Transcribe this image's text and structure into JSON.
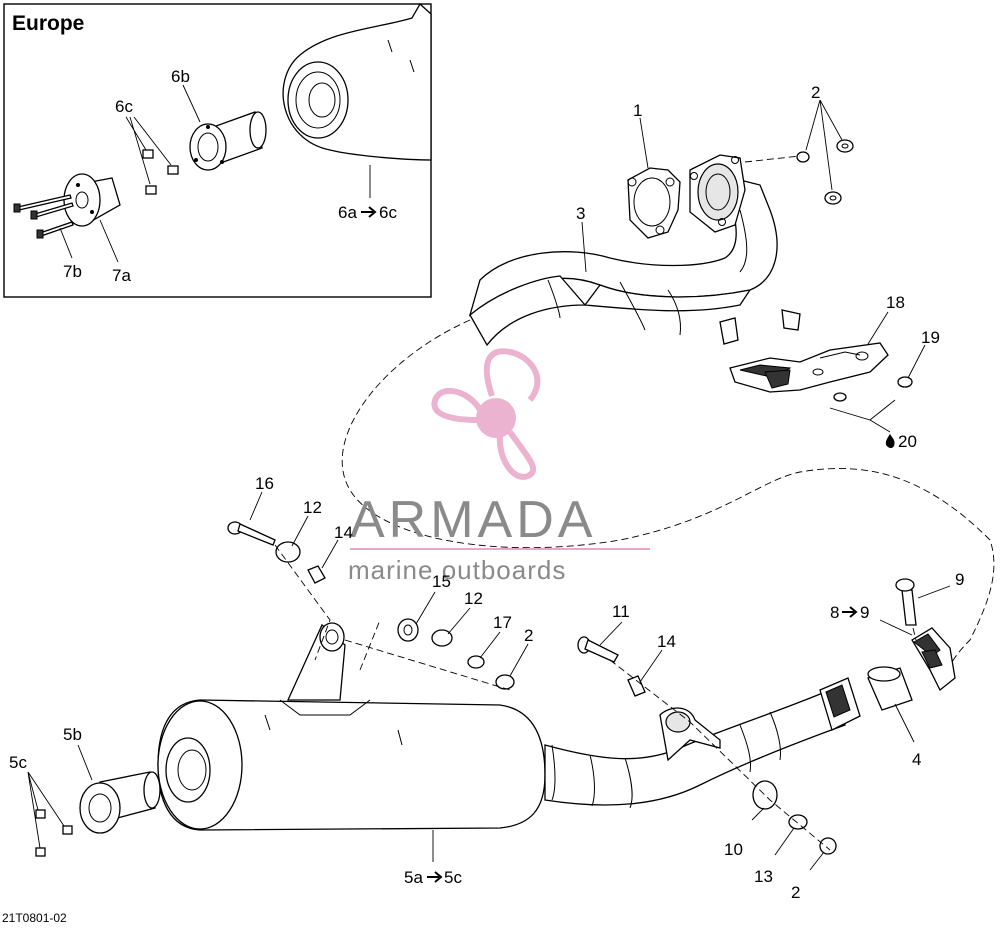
{
  "inset": {
    "title": "Europe"
  },
  "labels": {
    "l1": "1",
    "l2a": "2",
    "l2b": "2",
    "l2c": "2",
    "l3": "3",
    "l4": "4",
    "l5a5c": "5a",
    "l5a5c_end": "5c",
    "l5b": "5b",
    "l5c": "5c",
    "l6a6c": "6a",
    "l6a6c_end": "6c",
    "l6b": "6b",
    "l6c": "6c",
    "l7a": "7a",
    "l7b": "7b",
    "l8to9": "8",
    "l8to9_end": "9",
    "l9": "9",
    "l10": "10",
    "l11": "11",
    "l12a": "12",
    "l12b": "12",
    "l13": "13",
    "l14a": "14",
    "l14b": "14",
    "l15": "15",
    "l16": "16",
    "l17": "17",
    "l18": "18",
    "l19": "19",
    "l20": "20"
  },
  "reference": "21T0801-02",
  "watermark": {
    "name": "ARMADA",
    "tagline": "marine outboards"
  },
  "colors": {
    "line": "#000000",
    "watermark_pink": "#e8a6c8",
    "watermark_text": "#8a8a8a"
  },
  "icons": {
    "arrow": "right-arrow-icon",
    "drop": "drop-icon"
  }
}
